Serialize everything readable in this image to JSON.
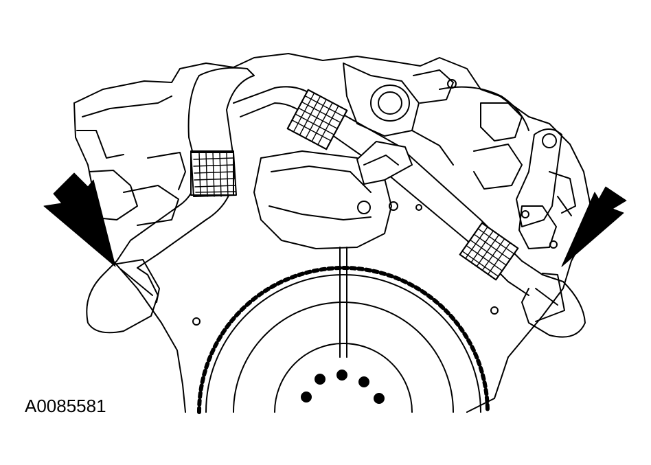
{
  "figure": {
    "id_label": "A0085581",
    "ink_color": "#000000",
    "paper_color": "#ffffff",
    "callout_arrows": [
      {
        "name": "left-arrow",
        "direction": "down-right",
        "style": "solid-black"
      },
      {
        "name": "right-arrow",
        "direction": "down-left",
        "style": "solid-black"
      }
    ]
  }
}
